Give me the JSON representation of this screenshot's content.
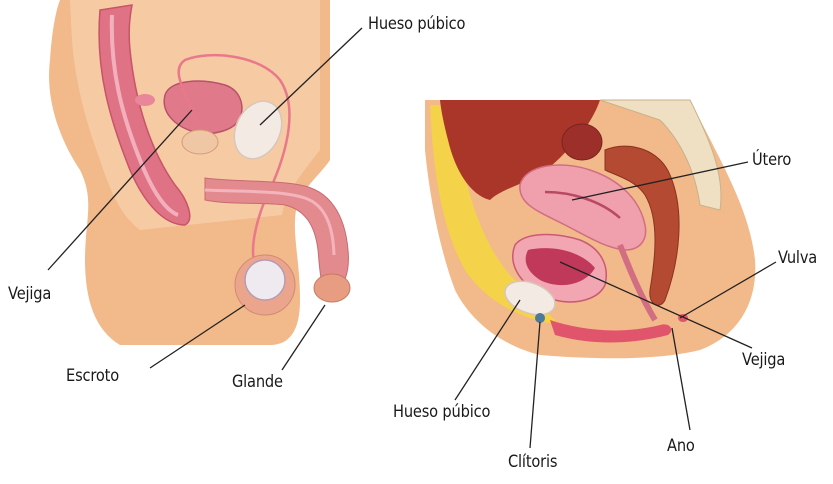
{
  "male": {
    "labels": {
      "pubic_bone": "Hueso púbico",
      "bladder": "Vejiga",
      "scrotum": "Escroto",
      "glans": "Glande"
    }
  },
  "female": {
    "labels": {
      "uterus": "Útero",
      "vulva": "Vulva",
      "bladder": "Vejiga",
      "anus": "Ano",
      "pubic_bone": "Hueso púbico",
      "clitoris": "Clítoris"
    }
  },
  "colors": {
    "skin": "#f2b98a",
    "skin_light": "#f8d3ae",
    "organ_pink": "#e8788a",
    "organ_dark": "#9c2f2a",
    "bone": "#efe6dc",
    "fat_yellow": "#f4d24a",
    "leader_line": "#222222"
  }
}
